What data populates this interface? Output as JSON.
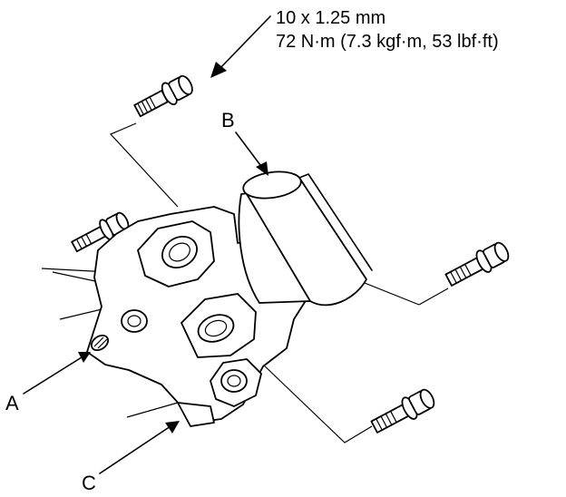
{
  "spec": {
    "line1": "10 x 1.25 mm",
    "line2": "72 N·m (7.3 kgf·m, 53 lbf·ft)"
  },
  "callouts": {
    "a": "A",
    "b": "B",
    "c": "C"
  }
}
